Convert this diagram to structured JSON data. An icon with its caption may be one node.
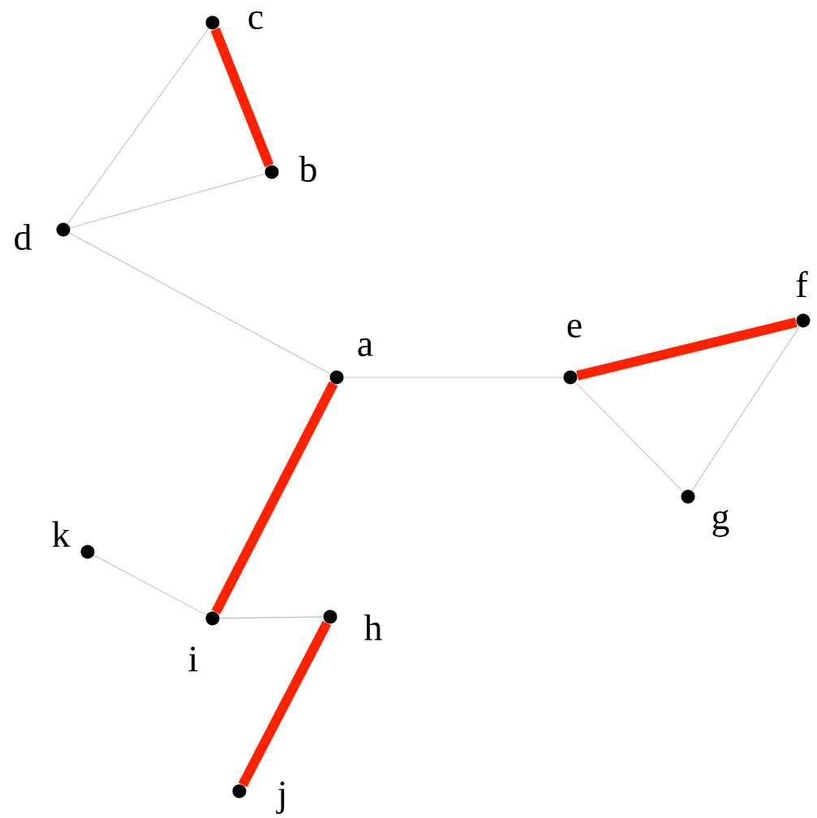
{
  "diagram": {
    "nodes": [
      {
        "text": [],
        "shape": "circle",
        "beside": [
          "a"
        ]
      },
      {
        "text": [],
        "shape": "circle",
        "beside": [
          "b"
        ]
      },
      {
        "text": [],
        "shape": "circle",
        "beside": [
          "c"
        ]
      },
      {
        "text": [],
        "shape": "circle",
        "beside": [
          "d"
        ]
      },
      {
        "text": [],
        "shape": "circle",
        "beside": [
          "e"
        ]
      },
      {
        "text": [],
        "shape": "circle",
        "beside": [
          "f"
        ]
      },
      {
        "text": [],
        "shape": "circle",
        "beside": [
          "g"
        ]
      },
      {
        "text": [],
        "shape": "circle",
        "beside": [
          "h"
        ]
      },
      {
        "text": [],
        "shape": "circle",
        "beside": [
          "i"
        ]
      },
      {
        "text": [],
        "shape": "circle",
        "beside": [
          "j"
        ]
      },
      {
        "text": [],
        "shape": "circle",
        "beside": [
          "k"
        ]
      }
    ],
    "edges": [
      {
        "from": 2,
        "to": 1,
        "arrow": "none",
        "style": "thick",
        "color": "#ff2200"
      },
      {
        "from": 0,
        "to": 8,
        "arrow": "none",
        "style": "thick",
        "color": "#ff2200"
      },
      {
        "from": 7,
        "to": 9,
        "arrow": "none",
        "style": "thick",
        "color": "#ff2200"
      },
      {
        "from": 4,
        "to": 5,
        "arrow": "none",
        "style": "thick",
        "color": "#ff2200"
      },
      {
        "from": 2,
        "to": 3,
        "arrow": "none"
      },
      {
        "from": 3,
        "to": 1,
        "arrow": "none"
      },
      {
        "from": 3,
        "to": 0,
        "arrow": "none"
      },
      {
        "from": 0,
        "to": 4,
        "arrow": "none"
      },
      {
        "from": 4,
        "to": 6,
        "arrow": "none"
      },
      {
        "from": 5,
        "to": 6,
        "arrow": "none"
      },
      {
        "from": 10,
        "to": 8,
        "arrow": "none"
      },
      {
        "from": 8,
        "to": 7,
        "arrow": "none"
      }
    ]
  }
}
